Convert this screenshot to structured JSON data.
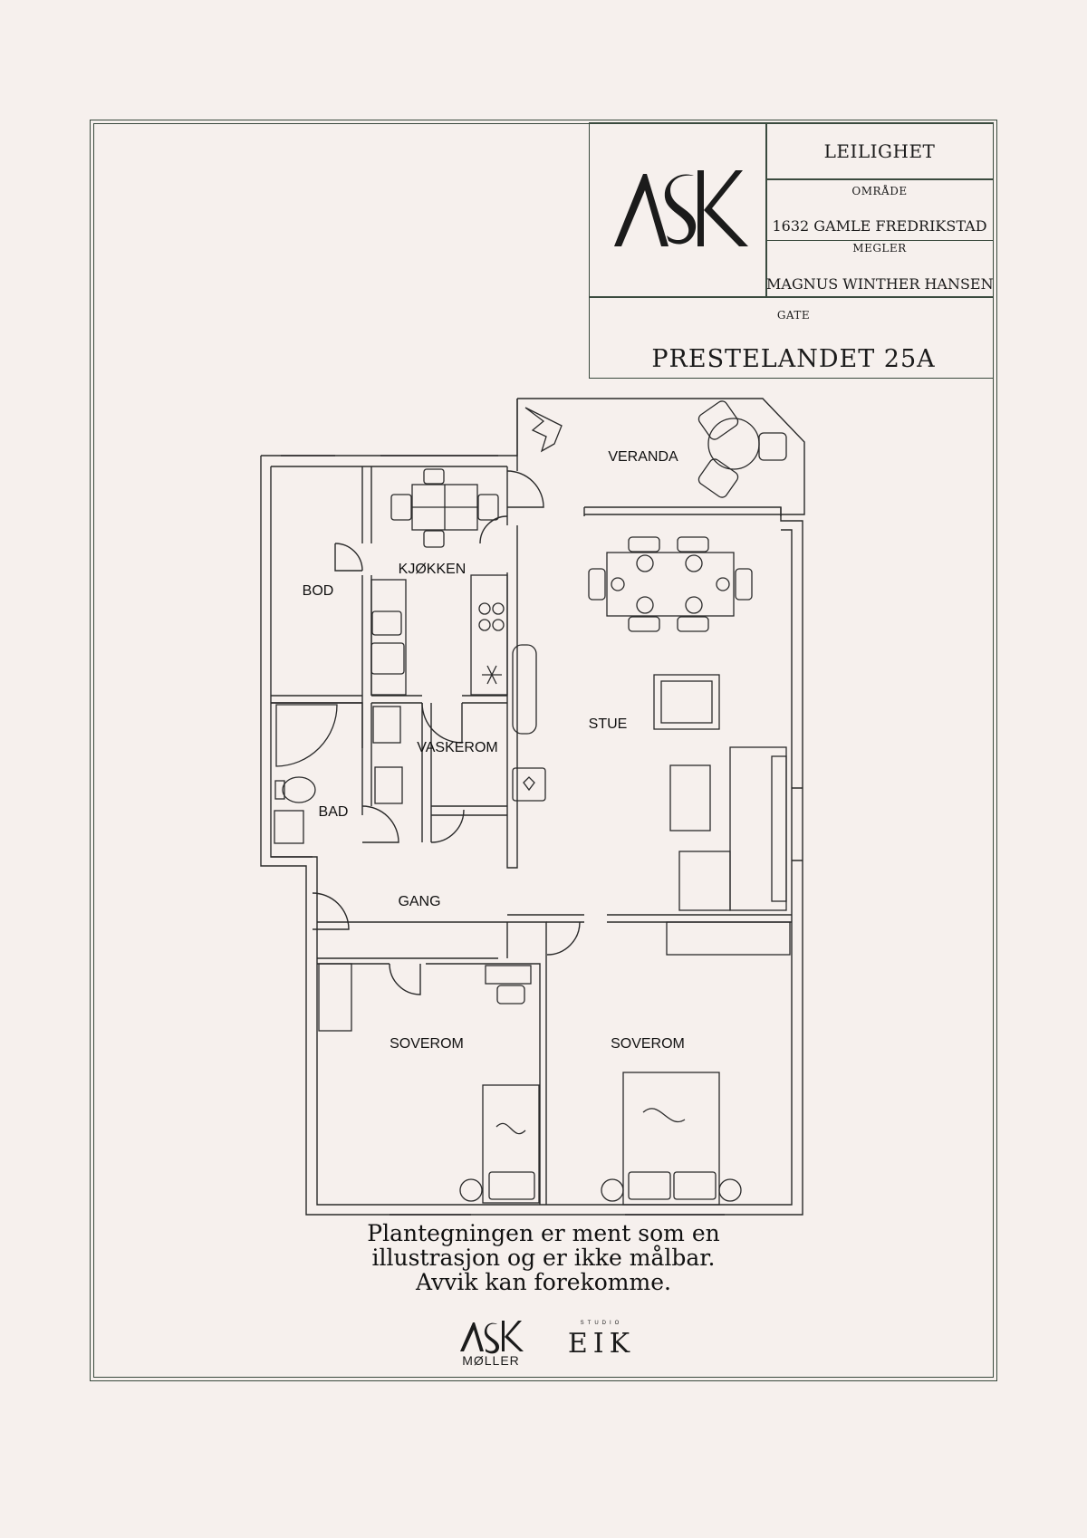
{
  "title_block": {
    "type_label": "LEILIGHET",
    "area_heading": "OMRÅDE",
    "area_value": "1632 GAMLE FREDRIKSTAD",
    "broker_heading": "MEGLER",
    "broker_value": "MAGNUS WINTHER HANSEN",
    "street_heading": "GATE",
    "street_value": "PRESTELANDET 25A",
    "logo_text": "ASK"
  },
  "rooms": {
    "veranda": "VERANDA",
    "kitchen": "KJØKKEN",
    "storage": "BOD",
    "laundry": "VASKEROM",
    "living": "STUE",
    "bathroom": "BAD",
    "hallway": "GANG",
    "bedroom_1": "SOVEROM",
    "bedroom_2": "SOVEROM"
  },
  "disclaimer": {
    "line1": "Plantegningen er ment som en",
    "line2": "illustrasjon og er ikke målbar.",
    "line3": "Avvik kan forekomme."
  },
  "footer": {
    "logo1_mark": "ASK",
    "logo1_sub": "MØLLER",
    "logo2_small": "STUDIO",
    "logo2_big": "EIK"
  },
  "colors": {
    "background": "#f6f0ed",
    "frame": "#3a4a3e",
    "ink": "#1b1b1b"
  }
}
